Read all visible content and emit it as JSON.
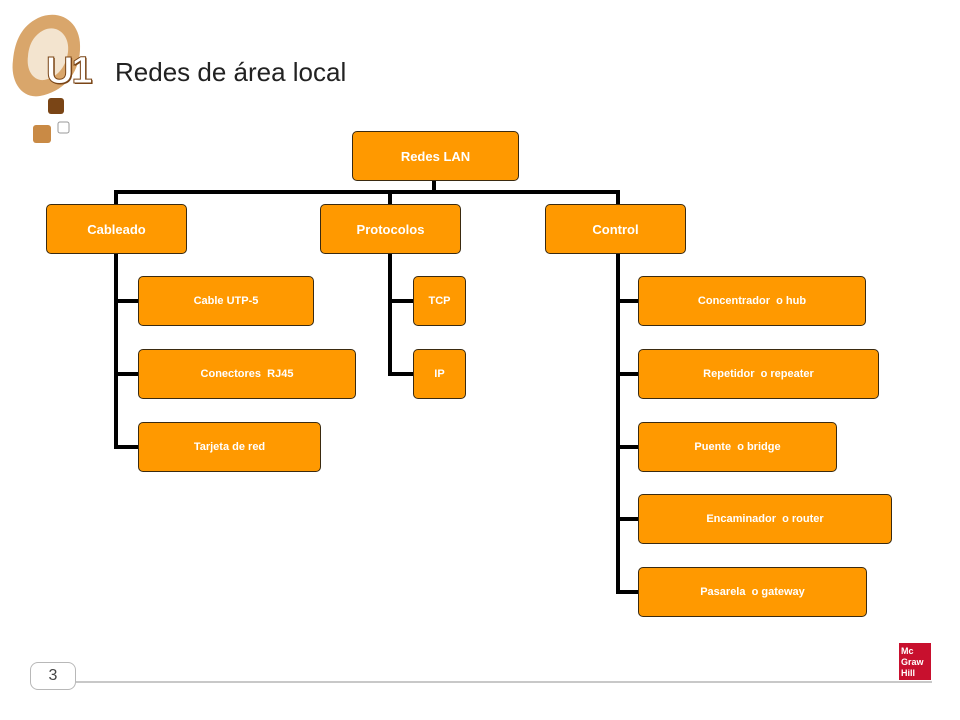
{
  "header": {
    "unit_label": "U1",
    "title": "Redes de área local"
  },
  "diagram": {
    "root": "Redes LAN",
    "categories": [
      {
        "label": "Cableado",
        "children": [
          "Cable UTP-5",
          "Conectores  RJ45",
          "Tarjeta de red"
        ]
      },
      {
        "label": "Protocolos",
        "children": [
          "TCP",
          "IP"
        ]
      },
      {
        "label": "Control",
        "children": [
          "Concentrador  o hub",
          "Repetidor  o repeater",
          "Puente  o bridge",
          "Encaminador  o router",
          "Pasarela  o gateway"
        ]
      }
    ]
  },
  "footer": {
    "page_number": "3",
    "publisher_logo_text": "Mc Graw Hill"
  },
  "colors": {
    "node_fill": "#ff9900",
    "connector": "#000000",
    "logo_brown": "#7a4516",
    "logo_tan": "#d9a66b",
    "publisher_red": "#c8102e"
  }
}
